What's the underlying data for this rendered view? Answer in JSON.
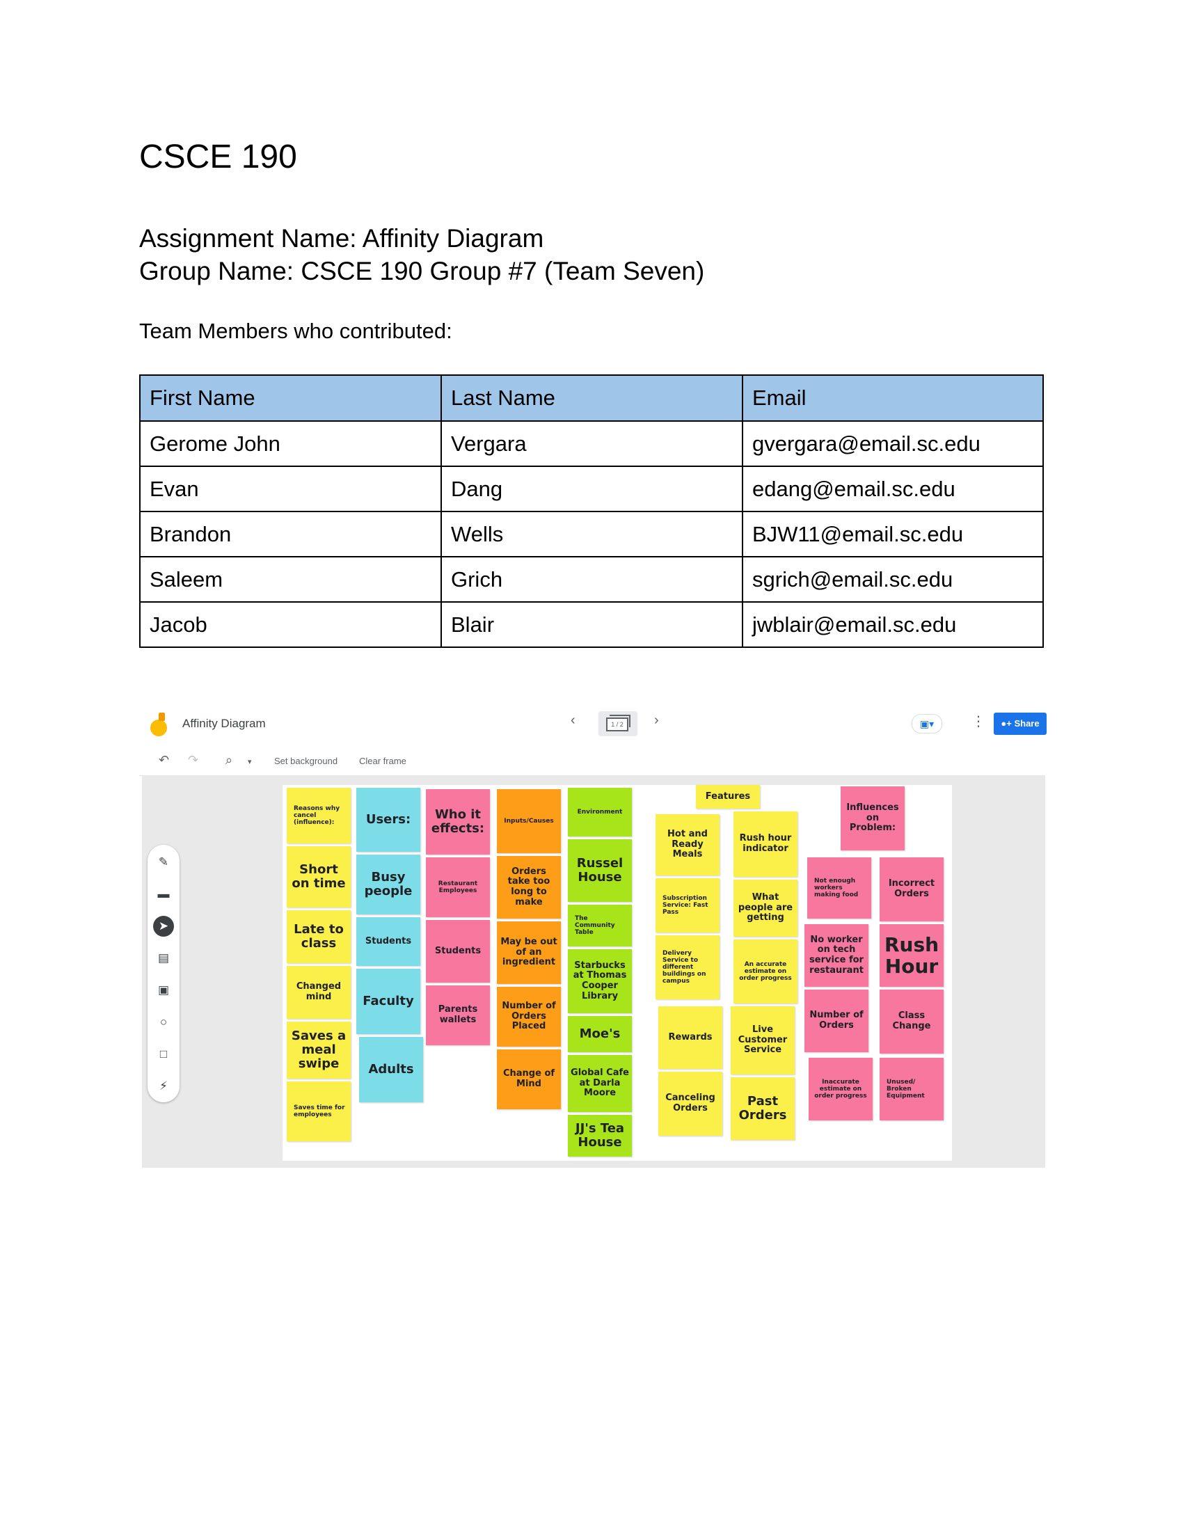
{
  "document": {
    "title": "CSCE 190",
    "assignment": "Assignment Name: Affinity Diagram",
    "group": "Group Name: CSCE 190 Group #7 (Team Seven)",
    "members_label": "Team Members who contributed:"
  },
  "members_table": {
    "headers": [
      "First Name",
      "Last Name",
      "Email"
    ],
    "rows": [
      [
        "Gerome John",
        "Vergara",
        "gvergara@email.sc.edu"
      ],
      [
        "Evan",
        "Dang",
        "edang@email.sc.edu"
      ],
      [
        "Brandon",
        "Wells",
        "BJW11@email.sc.edu"
      ],
      [
        "Saleem",
        "Grich",
        "sgrich@email.sc.edu"
      ],
      [
        "Jacob",
        "Blair",
        "jwblair@email.sc.edu"
      ]
    ]
  },
  "jamboard": {
    "title": "Affinity Diagram",
    "frame_counter": "1 / 2",
    "share_label": "Share",
    "set_background": "Set background",
    "clear_frame": "Clear frame",
    "colors": {
      "yellow": "#fbef49",
      "cyan": "#7cdde9",
      "pink": "#f7779f",
      "orange": "#fd9d18",
      "green": "#a7e51a",
      "share_blue": "#1a73e8"
    },
    "notes": {
      "reasons": "Reasons why cancel (influence):",
      "short_on_time": "Short on time",
      "late_to_class": "Late to class",
      "changed_mind": "Changed mind",
      "saves_meal_swipe": "Saves a meal swipe",
      "saves_time": "Saves time for employees",
      "users": "Users:",
      "busy_people": "Busy people",
      "students_c": "Students",
      "faculty": "Faculty",
      "adults": "Adults",
      "who_effects": "Who it effects:",
      "restaurant_employees": "Restaurant Employees",
      "students_p": "Students",
      "parents_wallets": "Parents wallets",
      "inputs_causes": "Inputs/Causes",
      "orders_take_long": "Orders take too long to make",
      "out_of_ingredient": "May be out of an ingredient",
      "number_orders_placed": "Number of Orders Placed",
      "change_of_mind": "Change of Mind",
      "environment": "Environment",
      "russel_house": "Russel House",
      "community_table": "The Community Table",
      "starbucks": "Starbucks at Thomas Cooper Library",
      "moes": "Moe's",
      "global_cafe": "Global Cafe at Darla Moore",
      "jjs": "JJ's Tea House",
      "features": "Features",
      "hot_ready": "Hot and Ready Meals",
      "rush_indicator": "Rush hour indicator",
      "subscription": "Subscription Service: Fast Pass",
      "what_people": "What people are getting",
      "delivery": "Delivery Service to different buildings on campus",
      "accurate_estimate": "An accurate estimate on order progress",
      "rewards": "Rewards",
      "live_cs": "Live Customer Service",
      "canceling": "Canceling Orders",
      "past_orders": "Past Orders",
      "influences": "Influences on Problem:",
      "not_enough_workers": "Not enough workers making food",
      "incorrect_orders": "Incorrect Orders",
      "no_worker": "No worker on tech service for restaurant",
      "rush_hour": "Rush Hour",
      "number_orders": "Number of Orders",
      "class_change": "Class Change",
      "inaccurate_estimate": "Inaccurate estimate on order progress",
      "broken_equipment": "Unused/ Broken Equipment"
    }
  }
}
